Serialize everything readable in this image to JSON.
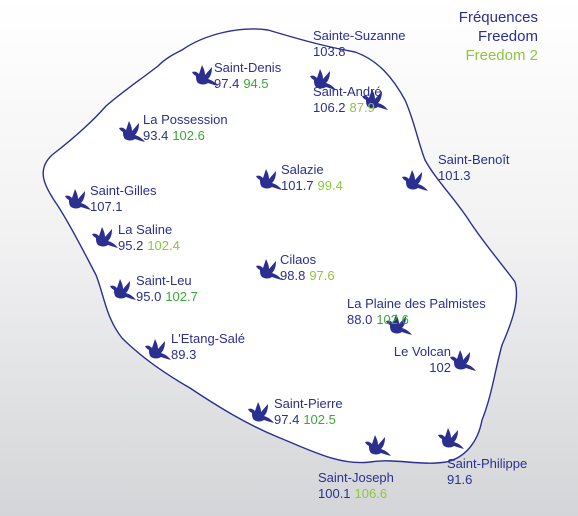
{
  "legend": {
    "title": "Fréquences",
    "freedom": "Freedom",
    "freedom2": "Freedom 2"
  },
  "colors": {
    "freedom": "#2b2f8f",
    "freedom2": "#8dc63f",
    "island_fill": "#ffffff",
    "island_stroke": "#2b2f8f",
    "dove": "#2b2f8f"
  },
  "stations": [
    {
      "name": "Saint-Denis",
      "f1": "97.4",
      "f2": "94.5",
      "f2_color": "#3aaa35"
    },
    {
      "name": "Sainte-Suzanne",
      "f1": "103.8",
      "f2": "",
      "f2_color": "#8dc63f"
    },
    {
      "name": "La Possession",
      "f1": "93.4",
      "f2": "102.6",
      "f2_color": "#3aaa35"
    },
    {
      "name": "Saint-André",
      "f1": "106.2",
      "f2": "87.9",
      "f2_color": "#8dc63f"
    },
    {
      "name": "Saint-Benoît",
      "f1": "101.3",
      "f2": "",
      "f2_color": "#8dc63f"
    },
    {
      "name": "Saint-Gilles",
      "f1": "107.1",
      "f2": "",
      "f2_color": "#8dc63f"
    },
    {
      "name": "Salazie",
      "f1": "101.7",
      "f2": "99.4",
      "f2_color": "#8dc63f"
    },
    {
      "name": "La Saline",
      "f1": "95.2",
      "f2": "102.4",
      "f2_color": "#8dc63f"
    },
    {
      "name": "Cilaos",
      "f1": "98.8",
      "f2": "97.6",
      "f2_color": "#8dc63f"
    },
    {
      "name": "Saint-Leu",
      "f1": "95.0",
      "f2": "102.7",
      "f2_color": "#3aaa35"
    },
    {
      "name": "La Plaine des Palmistes",
      "f1": "88.0",
      "f2": "102.6",
      "f2_color": "#3aaa35"
    },
    {
      "name": "L'Etang-Salé",
      "f1": "89.3",
      "f2": "",
      "f2_color": "#8dc63f"
    },
    {
      "name": "Le Volcan",
      "f1": "102",
      "f2": "",
      "f2_color": "#8dc63f"
    },
    {
      "name": "Saint-Pierre",
      "f1": "97.4",
      "f2": "102.5",
      "f2_color": "#3aaa35"
    },
    {
      "name": "Saint-Philippe",
      "f1": "91.6",
      "f2": "",
      "f2_color": "#8dc63f"
    },
    {
      "name": "Saint-Joseph",
      "f1": "100.1",
      "f2": "106.6",
      "f2_color": "#8dc63f"
    }
  ]
}
